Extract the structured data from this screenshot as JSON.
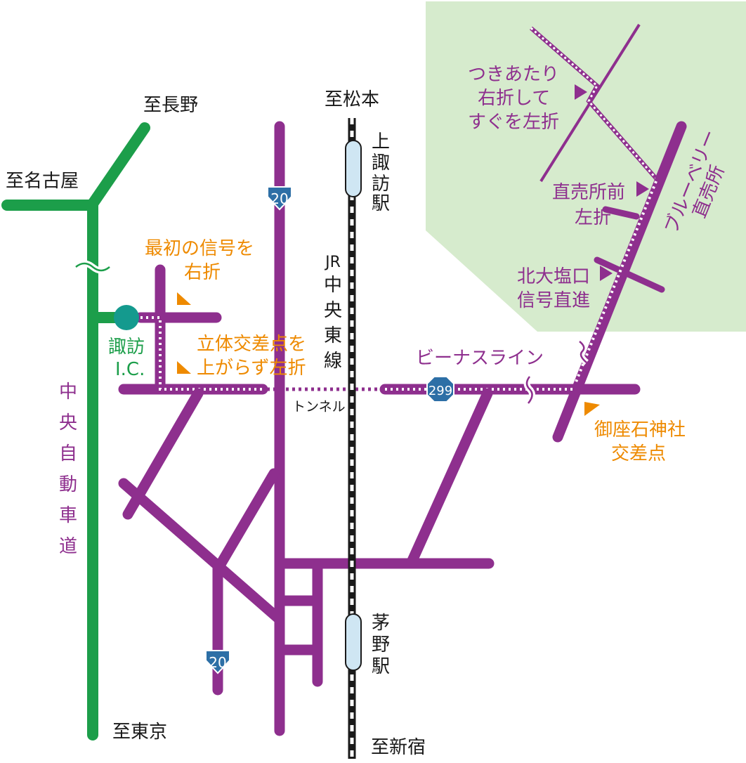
{
  "colors": {
    "expressway": "#1c9e4a",
    "road": "#8e2f8e",
    "route_shield": "#2d6fa6",
    "instruction_text": "#ee8a00",
    "area_fill": "#d6ebcd",
    "interchange": "#149a8e",
    "station_box": "#cfe6f3"
  },
  "labels": {
    "to_nagano": "至長野",
    "to_nagoya": "至名古屋",
    "to_tokyo": "至東京",
    "to_matsumoto": "至松本",
    "to_shinjuku": "至新宿",
    "expressway": [
      "中",
      "央",
      "自",
      "動",
      "車",
      "道"
    ],
    "ic_1": "諏訪",
    "ic_2": "I.C.",
    "jr_line": [
      "JR",
      "中",
      "央",
      "東",
      "線"
    ],
    "station_kamisuwa": [
      "上",
      "諏",
      "訪",
      "駅"
    ],
    "station_chino": [
      "茅",
      "野",
      "駅"
    ],
    "tunnel": "トンネル",
    "route20_a": "20",
    "route20_b": "20",
    "route299": "299",
    "venus_line": "ビーナスライン",
    "first_signal_1": "最初の信号を",
    "first_signal_2": "右折",
    "overpass_1": "立体交差点を",
    "overpass_2": "上がらず左折",
    "mikura_1": "御座石神社",
    "mikura_2": "交差点",
    "kitaoshio_1": "北大塩口",
    "kitaoshio_2": "信号直進",
    "chokubai_turn_1": "直売所前",
    "chokubai_turn_2": "左折",
    "tsukiatari_1": "つきあたり",
    "tsukiatari_2": "右折して",
    "tsukiatari_3": "すぐを左折",
    "blueberry_1": "ブルーベリー",
    "blueberry_2": "直売所"
  }
}
